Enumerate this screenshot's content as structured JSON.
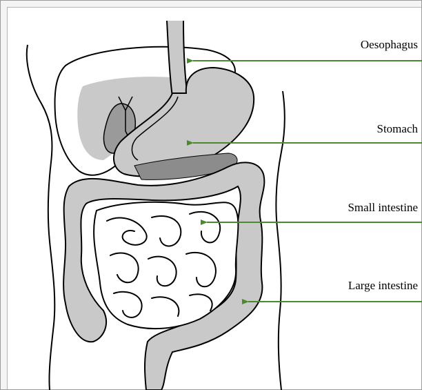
{
  "labels": {
    "oesophagus": "Oesophagus",
    "stomach": "Stomach",
    "small_intestine": "Small intestine",
    "large_intestine": "Large intestine"
  },
  "colors": {
    "pointer": "#4a8a2a",
    "organ_fill": "#c9c9c9",
    "organ_light": "#e4e4e4",
    "outline": "#000000"
  }
}
